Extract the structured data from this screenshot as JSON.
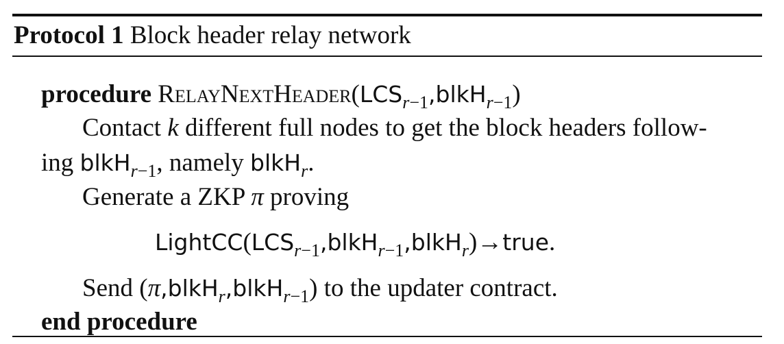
{
  "caption": {
    "label": "Protocol 1",
    "title": "Block header relay network"
  },
  "lines": {
    "procedure_keyword": "procedure",
    "procedure_name": "RelayNextHeader",
    "arg1_base": "LCS",
    "arg_sub": "r",
    "arg_sub_minus": "−1",
    "arg2_base": "blkH",
    "contact_text_a": "Contact ",
    "contact_k": "k",
    "contact_text_b": " different full nodes to get the block headers follow-",
    "contact2_text_a": "ing ",
    "contact2_text_b": ", namely ",
    "contact2_text_c": ".",
    "generate_text_a": "Generate a ZKP ",
    "generate_pi": "π",
    "generate_text_b": " proving",
    "eq_func": "LightCC",
    "eq_arrow": "→",
    "eq_true": "true",
    "eq_period": ".",
    "send_text_a": "Send (",
    "send_pi": "π",
    "send_text_b": ") to the updater contract.",
    "end_keyword": "end procedure"
  }
}
